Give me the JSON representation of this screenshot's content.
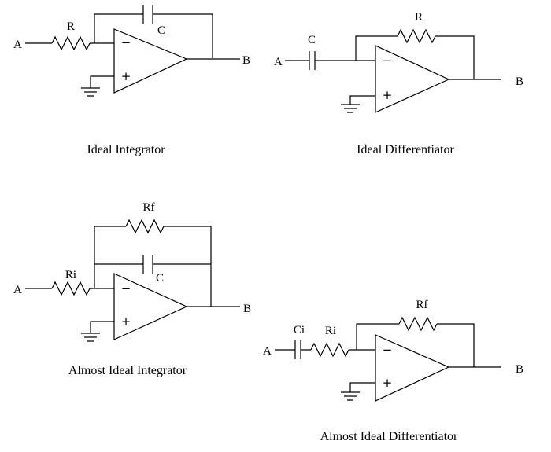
{
  "circuits": {
    "ideal_integrator": {
      "caption": "Ideal Integrator",
      "labels": {
        "input": "A",
        "output": "B",
        "resistor": "R",
        "capacitor": "C"
      },
      "opamp": {
        "inverting": "−",
        "noninverting": "+"
      }
    },
    "ideal_differentiator": {
      "caption": "Ideal Differentiator",
      "labels": {
        "input": "A",
        "output": "B",
        "resistor": "R",
        "capacitor": "C"
      },
      "opamp": {
        "inverting": "−",
        "noninverting": "+"
      }
    },
    "almost_ideal_integrator": {
      "caption": "Almost Ideal Integrator",
      "labels": {
        "input": "A",
        "output": "B",
        "input_resistor": "Ri",
        "feedback_resistor": "Rf",
        "capacitor": "C"
      },
      "opamp": {
        "inverting": "−",
        "noninverting": "+"
      }
    },
    "almost_ideal_differentiator": {
      "caption": "Almost Ideal Differentiator",
      "labels": {
        "input": "A",
        "output": "B",
        "input_capacitor": "Ci",
        "input_resistor": "Ri",
        "feedback_resistor": "Rf"
      },
      "opamp": {
        "inverting": "−",
        "noninverting": "+"
      }
    }
  }
}
